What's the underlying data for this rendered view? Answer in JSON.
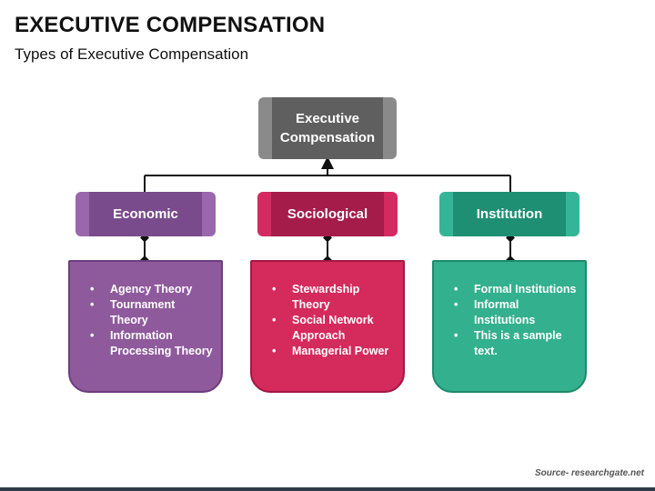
{
  "header": {
    "title": "EXECUTIVE COMPENSATION",
    "subtitle": "Types of Executive Compensation"
  },
  "root": {
    "line1": "Executive",
    "line2": "Compensation",
    "color": "#5f5f5f"
  },
  "categories": [
    {
      "label": "Economic",
      "color": "#7a4b8c",
      "items": [
        "Agency Theory",
        "Tournament Theory",
        "Information Processing Theory"
      ]
    },
    {
      "label": "Sociological",
      "color": "#a51c4a",
      "items": [
        "Stewardship Theory",
        "Social Network Approach",
        "Managerial Power"
      ]
    },
    {
      "label": "Institution",
      "color": "#1f8f74",
      "items": [
        "Formal Institutions",
        "Informal Institutions",
        "This is a sample text."
      ]
    }
  ],
  "bullet_glyph": "•",
  "footer": {
    "source": "Source- researchgate.net"
  }
}
